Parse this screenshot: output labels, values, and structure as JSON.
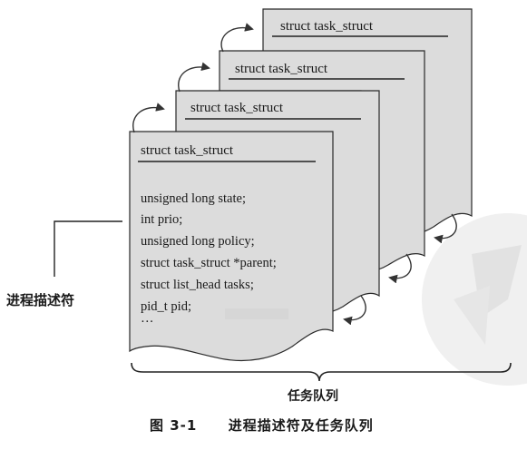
{
  "cards": [
    {
      "title": "struct task_struct"
    },
    {
      "title": "struct task_struct"
    },
    {
      "title": "struct task_struct"
    },
    {
      "title": "struct task_struct"
    }
  ],
  "front_card": {
    "title": "struct task_struct",
    "fields": [
      "unsigned long state;",
      "int prio;",
      "unsigned long policy;",
      "struct task_struct *parent;",
      "struct list_head tasks;",
      "pid_t pid;",
      "···"
    ]
  },
  "descriptor_label": "进程描述符",
  "queue_label": "任务队列",
  "figure_caption": {
    "number": "图 3-1",
    "text": "进程描述符及任务队列"
  },
  "colors": {
    "card_fill": "#dcdcdc",
    "card_border": "#2a2a2a",
    "arrow": "#333333",
    "watermark": "#ececec"
  }
}
